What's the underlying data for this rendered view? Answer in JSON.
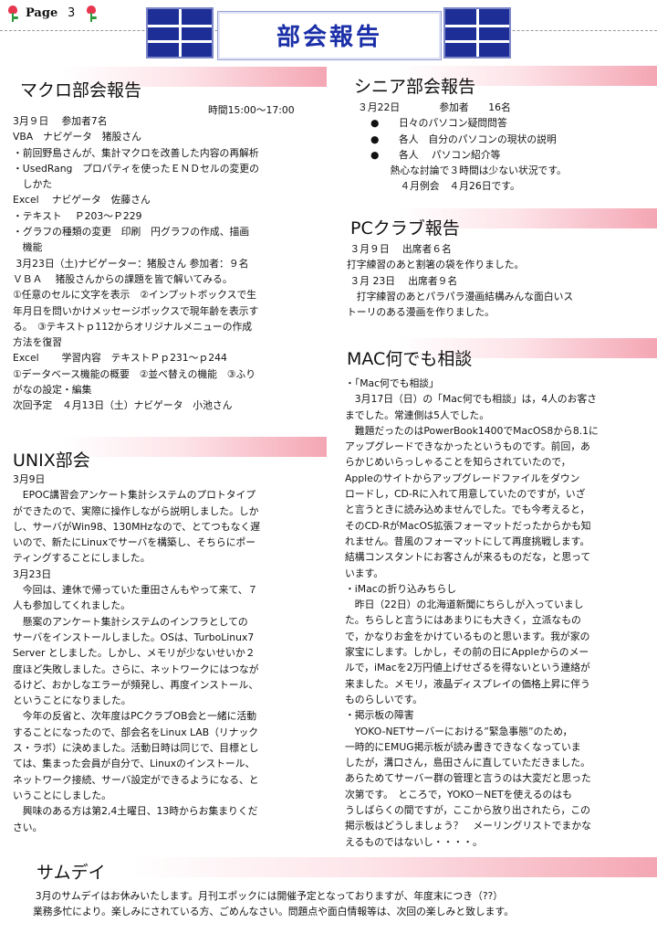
{
  "header": {
    "page_word": "Page",
    "page_number": "3",
    "title": "部会報告"
  },
  "macro": {
    "title": "マクロ部会報告",
    "time": "時間15:00～17:00",
    "lines": [
      "3月９日　 参加者7名",
      "VBA　ナビゲータ　猪股さん",
      "・前回野島さんが、集計マクロを改善した内容の再解析",
      "・UsedRang　プロパティを使ったＥＮＤセルの変更の",
      "　しかた",
      "Excel　 ナビゲータ　佐藤さん",
      "・テキスト　 Ｐ203～Ｐ229",
      "・グラフの種類の変更　印刷　円グラフの作成、描画",
      "　機能",
      " 3月23日（土)ナビゲーター：猪股さん 参加者：９名",
      "ＶＢＡ　 猪股さんからの課題を皆で解いてみる。",
      "①任意のセルに文字を表示　②インプットボックスで生",
      "年月日を問いかけメッセージボックスで現年齢を表示す",
      "る。　③テキストｐ112からオリジナルメニューの作成",
      "方法を復習",
      "Excel　　 学習内容　テキストＰｐ231～ｐ244",
      "①データベース機能の概要　②並べ替えの機能　③ふり",
      "がなの設定・編集",
      "次回予定　４月13日（土）ナビゲータ　小池さん"
    ]
  },
  "unix": {
    "title": "UNIX部会",
    "lines": [
      "3月9日",
      "　EPOC講習会アンケート集計システムのプロトタイプ",
      "ができたので、実際に操作しながら説明しました。しか",
      "し、サーバがWin98、130MHzなので、とてつもなく遅",
      "いので、新たにLinuxでサーバを構築し、そちらにポー",
      "ティングすることにしました。",
      "3月23日",
      "　今回は、連休で帰っていた重田さんもやって来て、７",
      "人も参加してくれました。",
      "　懸案のアンケート集計システムのインフラとしての",
      "サーバをインストールしました。OSは、TurboLinux7",
      "Server としました。しかし、メモリが少ないせいか２",
      "度ほど失敗しました。さらに、ネットワークにはつなが",
      "るけど、おかしなエラーが頻発し、再度インストール、",
      "ということになりました。",
      "　今年の反省と、次年度はPCクラブOB会と一緒に活動",
      "することになったので、部会名をLinux LAB（リナック",
      "ス・ラボ）に決めました。活動日時は同じで、目標とし",
      "ては、集まった会員が自分で、Linuxのインストール、",
      "ネットワーク接続、サーバ設定ができるようになる、と",
      "いうことにしました。",
      "　興味のある方は第2,4土曜日、13時からお集まりくだ",
      "さい。"
    ]
  },
  "senior": {
    "title": "シニア部会報告",
    "lines": [
      "３月22日　　　　参加者　　16名",
      "●　　日々のパソコン疑問問答",
      "●　　各人　自分のパソコンの現状の説明",
      "●　　各人　 パソコン紹介等",
      "　　熱心な討論で３時間は少ない状況です。",
      "　　　４月例会　４月26日です。"
    ]
  },
  "pc": {
    "title": "PCクラブ報告",
    "lines": [
      " ３月９日　 出席者６名",
      "打字練習のあと割箸の袋を作りました。",
      " ３月 23日　 出席者９名",
      "　打字練習のあとパラパラ漫画結構みんな面白いス",
      "トーリのある漫画を作りました。"
    ]
  },
  "mac": {
    "title": "MAC何でも相談",
    "lines": [
      "・「Mac何でも相談」",
      "　3月17日（日）の「Mac何でも相談」は，4人のお客さ",
      "までした。常連側は5人でした。",
      "　難題だったのはPowerBook1400でMacOS8から8.1に",
      "アップグレードできなかったというものです。前回，あ",
      "らかじめいらっしゃることを知らされていたので，",
      "Appleのサイトからアップグレードファイルをダウン",
      "ロードし，CD-Rに入れて用意していたのですが，いざ",
      "と言うときに読み込めませんでした。でも今考えると，",
      "そのCD-RがMacOS拡張フォーマットだったからかも知",
      "れません。昔風のフォーマットにして再度挑戦します。",
      "結構コンスタントにお客さんが来るものだな，と思って",
      "います。",
      "・iMacの折り込みちらし",
      "　昨日（22日）の北海道新聞にちらしが入っていまし",
      "た。ちらしと言うにはあまりにも大きく，立派なもの",
      "で，かなりお金をかけているものと思います。我が家の",
      "家宝にします。しかし，その前の日にAppleからのメー",
      "ルで，iMacを2万円値上げせざるを得ないという連絡が",
      "来ました。メモリ，液晶ディスプレイの価格上昇に伴う",
      "ものらしいです。",
      "・掲示板の障害",
      "　YOKO-NETサーバーにおける”緊急事態”のため，",
      "一時的にEMUG掲示板が読み書きできなくなっていま",
      "したが，溝口さん，島田さんに直していただきました。",
      "あらためてサーバー群の管理と言うのは大変だと思った",
      "次第です。　ところで，YOKO－NETを使えるのはも",
      "うしばらくの間ですが，ここから放り出されたら，この",
      "掲示板はどうしましょう？　メーリングリストでまかな",
      "えるものではないし・・・・。"
    ]
  },
  "sunday": {
    "title": "サムデイ",
    "lines": [
      "　3月のサムデイはお休みいたします。月刊エポックには開催予定となっておりますが、年度末につき（??）",
      "業務多忙により。楽しみにされている方、ごめんなさい。問題点や面白情報等は、次回の楽しみと致します。"
    ]
  }
}
